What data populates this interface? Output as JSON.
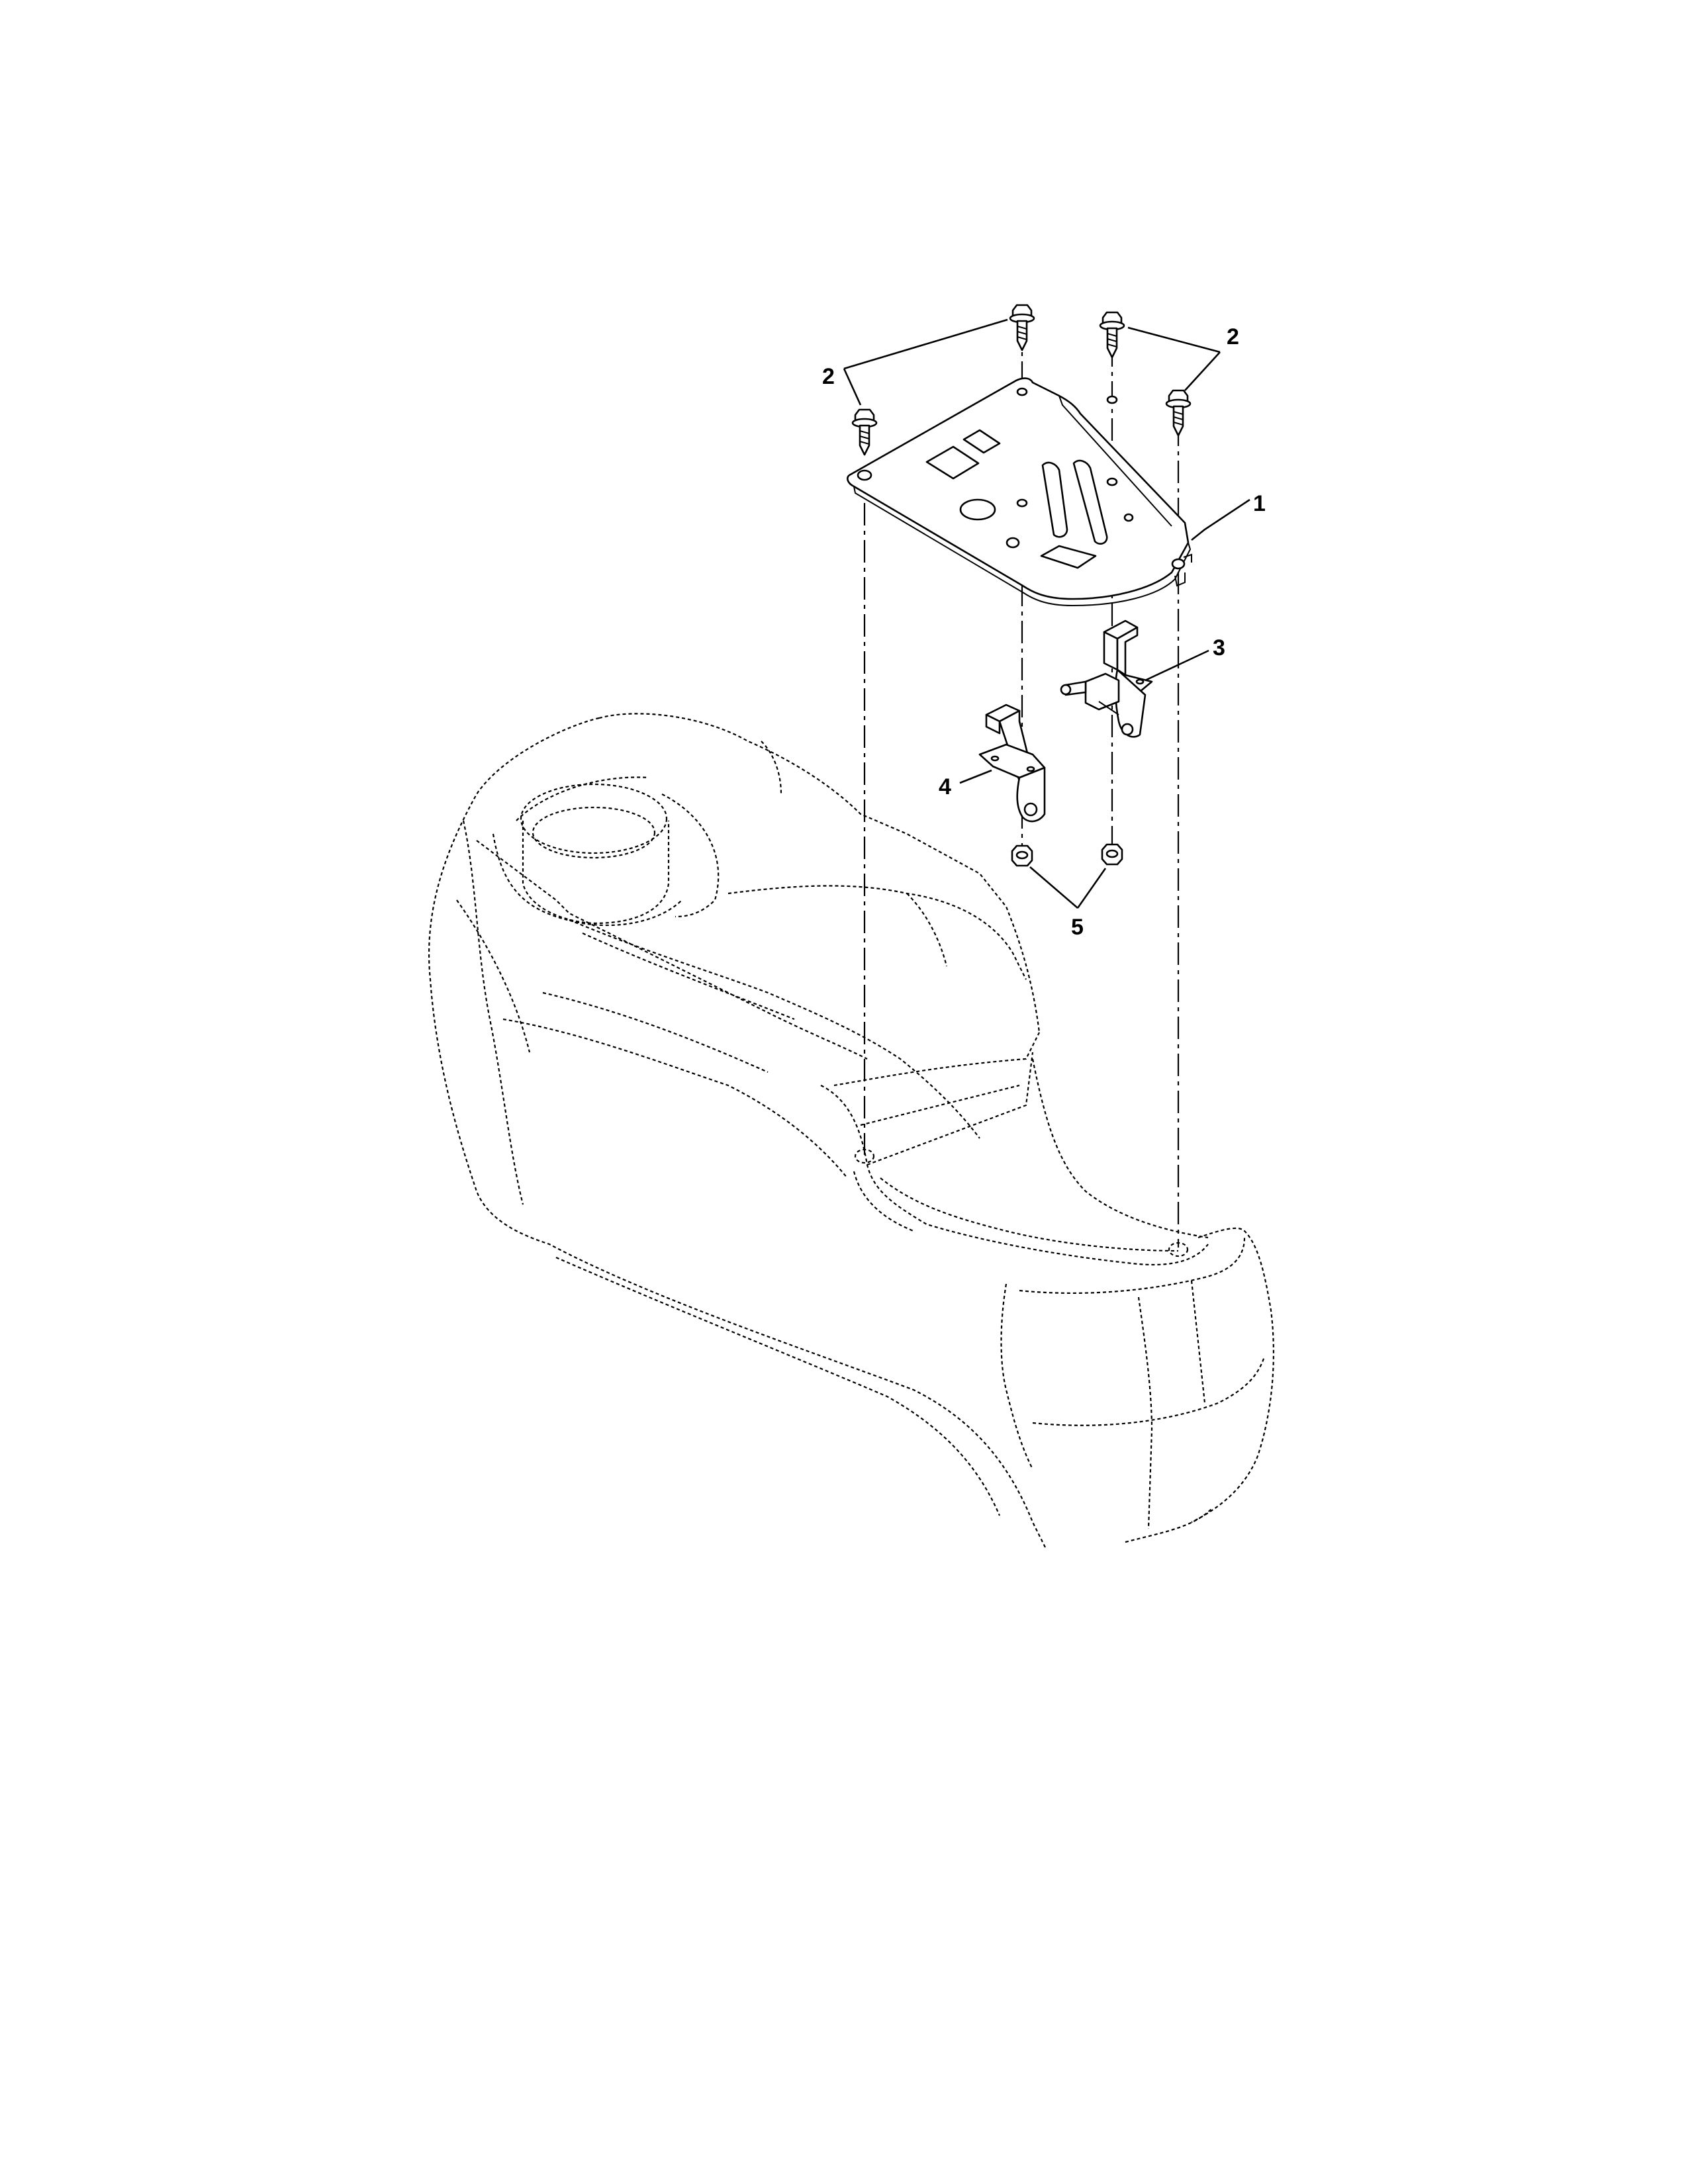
{
  "callouts": {
    "plate": "1",
    "screws_left": "2",
    "screws_right": "2",
    "bracket_right": "3",
    "bracket_left": "4",
    "nuts": "5"
  }
}
